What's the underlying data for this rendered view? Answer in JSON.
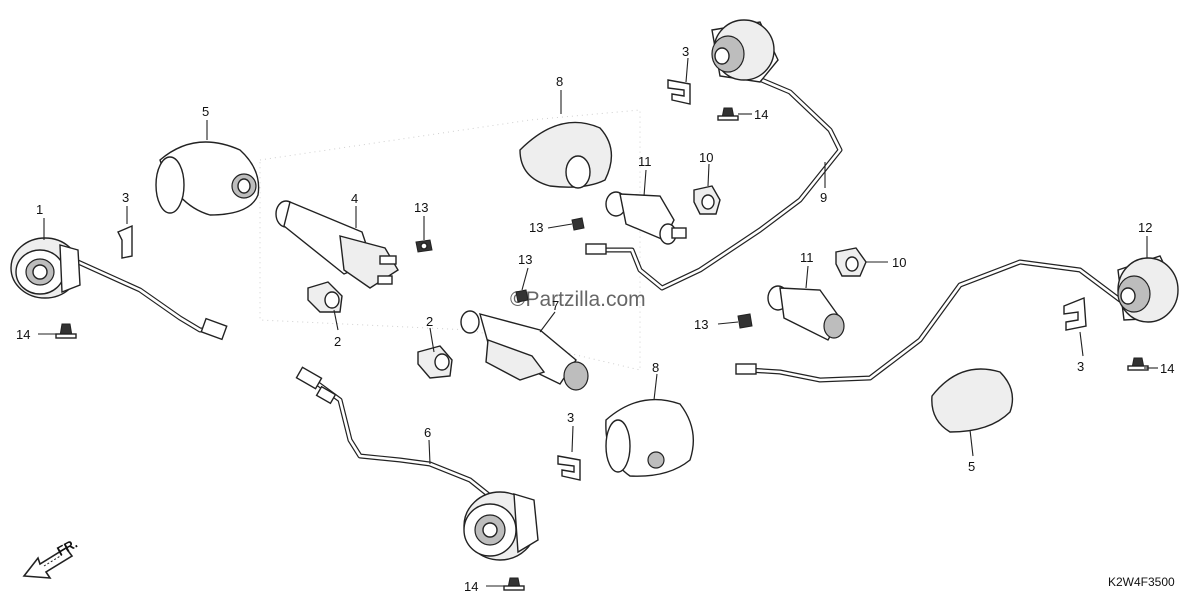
{
  "diagram": {
    "code": "K2W4F3500",
    "watermark": "©Partzilla.com",
    "direction_label": "FR.",
    "callouts": [
      {
        "id": "c1",
        "text": "1"
      },
      {
        "id": "c2a",
        "text": "2"
      },
      {
        "id": "c2b",
        "text": "2"
      },
      {
        "id": "c3a",
        "text": "3"
      },
      {
        "id": "c3b",
        "text": "3"
      },
      {
        "id": "c3c",
        "text": "3"
      },
      {
        "id": "c3d",
        "text": "3"
      },
      {
        "id": "c4",
        "text": "4"
      },
      {
        "id": "c5a",
        "text": "5"
      },
      {
        "id": "c5b",
        "text": "5"
      },
      {
        "id": "c6",
        "text": "6"
      },
      {
        "id": "c7",
        "text": "7"
      },
      {
        "id": "c8a",
        "text": "8"
      },
      {
        "id": "c8b",
        "text": "8"
      },
      {
        "id": "c9",
        "text": "9"
      },
      {
        "id": "c10a",
        "text": "10"
      },
      {
        "id": "c10b",
        "text": "10"
      },
      {
        "id": "c11a",
        "text": "11"
      },
      {
        "id": "c11b",
        "text": "11"
      },
      {
        "id": "c12",
        "text": "12"
      },
      {
        "id": "c13a",
        "text": "13"
      },
      {
        "id": "c13b",
        "text": "13"
      },
      {
        "id": "c13c",
        "text": "13"
      },
      {
        "id": "c13d",
        "text": "13"
      },
      {
        "id": "c14a",
        "text": "14"
      },
      {
        "id": "c14b",
        "text": "14"
      },
      {
        "id": "c14c",
        "text": "14"
      },
      {
        "id": "c14d",
        "text": "14"
      }
    ]
  }
}
